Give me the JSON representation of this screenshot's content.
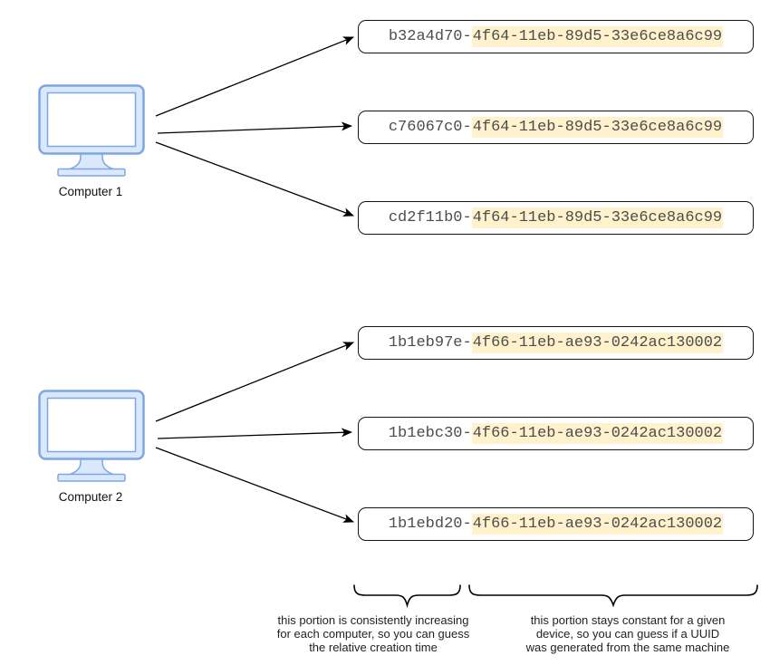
{
  "colors": {
    "highlight": "#FFF2CC",
    "monitor_fill": "#DAE8FC",
    "monitor_stroke": "#7EA6E0",
    "uuid_text": "#4D4D4D",
    "box_border": "#141414"
  },
  "computers": [
    {
      "label": "Computer 1",
      "uuids": [
        {
          "prefix": "b32a4d70-",
          "host_part": "4f64-11eb-89d5-33e6ce8a6c99"
        },
        {
          "prefix": "c76067c0-",
          "host_part": "4f64-11eb-89d5-33e6ce8a6c99"
        },
        {
          "prefix": "cd2f11b0-",
          "host_part": "4f64-11eb-89d5-33e6ce8a6c99"
        }
      ]
    },
    {
      "label": "Computer 2",
      "uuids": [
        {
          "prefix": "1b1eb97e-",
          "host_part": "4f66-11eb-ae93-0242ac130002"
        },
        {
          "prefix": "1b1ebc30-",
          "host_part": "4f66-11eb-ae93-0242ac130002"
        },
        {
          "prefix": "1b1ebd20-",
          "host_part": "4f66-11eb-ae93-0242ac130002"
        }
      ]
    }
  ],
  "annotations": {
    "left": {
      "line1": "this portion is consistently increasing",
      "line2": "for each computer, so you can guess",
      "line3": "the relative creation time"
    },
    "right": {
      "line1": "this portion stays constant for a given",
      "line2": "device, so you can guess if a UUID",
      "line3": "was generated from the same machine"
    }
  }
}
